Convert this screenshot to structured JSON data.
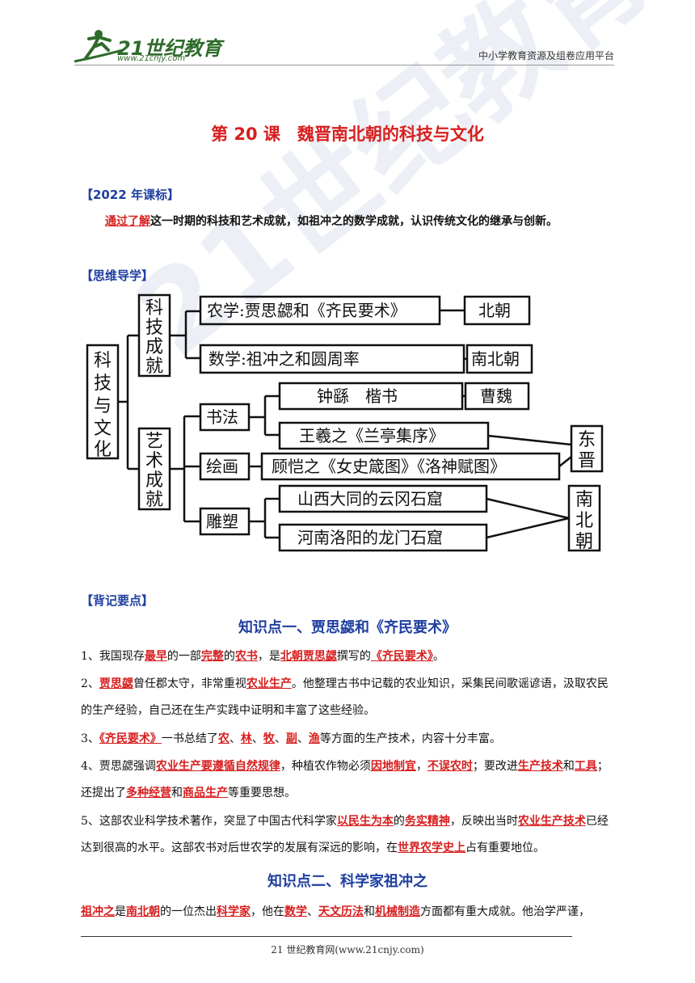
{
  "header": {
    "logo_text": "21世纪教育",
    "logo_url": "www.21cnjy.com",
    "right_text": "中小学教育资源及组卷应用平台"
  },
  "title": "第 20 课　魏晋南北朝的科技与文化",
  "standard": {
    "heading": "【2022 年课标】",
    "lead": "通过了解",
    "text": "这一时期的科技和艺术成就，如祖冲之的数学成就，认识传统文化的继承与创新。"
  },
  "mindmap": {
    "heading": "【思维导学】",
    "root": "科技与文化",
    "branch1": "科技成就",
    "branch2": "艺术成就",
    "items": {
      "agri": "农学:贾思勰和《齐民要术》",
      "math": "数学:祖冲之和圆周率",
      "calligraphy": "书法",
      "painting": "绘画",
      "sculpture": "雕塑",
      "zhongyao": "钟繇　楷书",
      "wangxizhi": "王羲之《兰亭集序》",
      "gukaizhi": "顾恺之《女史箴图》《洛神赋图》",
      "yungang": "山西大同的云冈石窟",
      "longmen": "河南洛阳的龙门石窟"
    },
    "dynasties": {
      "beichao": "北朝",
      "nanbeichao": "南北朝",
      "caowei": "曹魏",
      "dongjin": "东晋",
      "nanbeichao2": "南北朝"
    }
  },
  "memorize": {
    "heading": "【背记要点】",
    "kp1_title": "知识点一、贾思勰和《齐民要术》",
    "kp2_title": "知识点二、科学家祖冲之"
  },
  "watermark": "21世纪教育",
  "footer": "21 世纪教育网(www.21cnjy.com)"
}
